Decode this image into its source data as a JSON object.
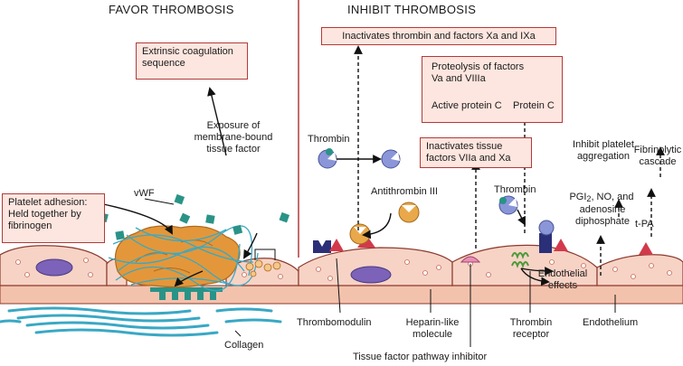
{
  "headers": {
    "favor": "FAVOR THROMBOSIS",
    "inhibit": "INHIBIT THROMBOSIS"
  },
  "boxes": {
    "extrinsic": "Extrinsic coagulation sequence",
    "platelet_adhesion": "Platelet adhesion: Held together by fibrinogen",
    "inactivates_thrombin": "Inactivates thrombin and factors Xa and IXa",
    "proteolysis": "Proteolysis of factors Va and VIIIa",
    "active_protein_c": "Active protein C",
    "protein_c": "Protein C",
    "inactivates_tissue": "Inactivates tissue factors VIIa and Xa"
  },
  "labels": {
    "exposure": "Exposure of membrane-bound tissue factor",
    "vwf": "vWF",
    "thrombin_left": "Thrombin",
    "antithrombin": "Antithrombin III",
    "thrombin_right": "Thrombin",
    "inhibit_platelet": "Inhibit platelet aggregation",
    "pgi2_prefix": "PGI",
    "pgi2_sub": "2",
    "pgi2_rest": ", NO, and",
    "adenosine": "adenosine diphosphate",
    "fibrinolytic": "Fibrinolytic cascade",
    "tpa": "t-PA",
    "endothelial_effects": "Endothelial effects",
    "collagen": "Collagen",
    "thrombomodulin": "Thrombomodulin",
    "heparin_like": "Heparin-like molecule",
    "tfpi": "Tissue factor pathway inhibitor",
    "thrombin_receptor": "Thrombin receptor",
    "endothelium": "Endothelium"
  },
  "colors": {
    "box_fill": "#fde6df",
    "box_border": "#b33a3a",
    "divider": "#b33a3a",
    "cell_fill": "#f7d3c5",
    "cell_border": "#8b3a2e",
    "nucleus": "#7c62b8",
    "basement": "#f3c2ad",
    "platelet": "#e3973a",
    "fibrin": "#39a8c4",
    "vwf": "#2a9387",
    "thrombin": "#8a96d8",
    "antithrombin": "#e9a94a",
    "thrombomodulin": "#2b2f78",
    "receptor": "#4a9a3a",
    "triangle": "#d23a4b",
    "heparin": "#e98fb5"
  }
}
